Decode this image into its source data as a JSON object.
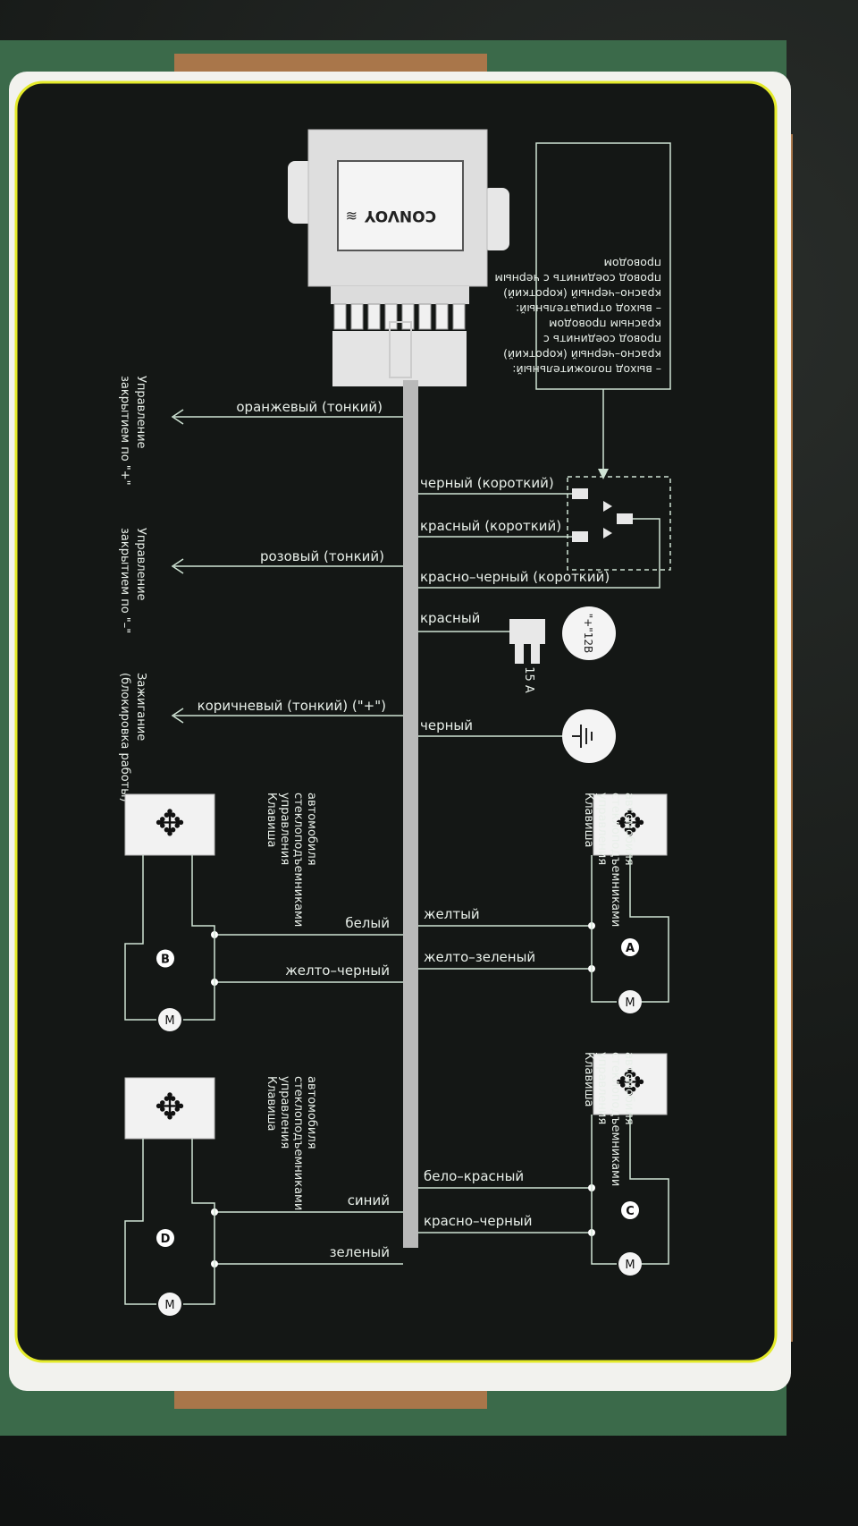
{
  "colors": {
    "board": "#141715",
    "line": "#cfe3d4",
    "accent": "#e4ea2a",
    "box": "#3d6b4b",
    "cardboard": "#a9764a"
  },
  "module": {
    "brand": "CONVOY",
    "icon": "convoy-logo-icon"
  },
  "note": {
    "lines": [
      "– выход положительный:",
      "красно–черный (короткий)",
      "провод соединить с",
      "красным проводом",
      "– выход отрицательный:",
      "красно–черный (короткий)",
      "провод соединить с черным",
      "проводом"
    ]
  },
  "left_wires": {
    "orange": "оранжевый (тонкий)",
    "pink": "розовый (тонкий)",
    "brown": "коричневый (тонкий) (\"+\")"
  },
  "left_labels": {
    "lock_plus": [
      "Управление",
      "закрытием по \"+\""
    ],
    "lock_minus": [
      "Управление",
      "закрытием по \"–\""
    ],
    "ignition": [
      "Зажигание",
      "(блокировка работы)"
    ]
  },
  "right_wires": {
    "black_short": "черный (короткий)",
    "red_short": "красный (короткий)",
    "redblack_short": "красно–черный (короткий)",
    "red": "красный",
    "black": "черный"
  },
  "power": {
    "voltage": "\"+\"12В",
    "fuse": "15 A"
  },
  "switch_label": [
    "Клавиша",
    "управления",
    "стеклоподъемниками",
    "автомобиля"
  ],
  "windows": {
    "A": {
      "letter": "A",
      "top": "желтый",
      "bottom": "желто–зеленый"
    },
    "B": {
      "letter": "B",
      "top": "белый",
      "bottom": "желто–черный"
    },
    "C": {
      "letter": "C",
      "top": "бело–красный",
      "bottom": "красно–черный"
    },
    "D": {
      "letter": "D",
      "top": "синий",
      "bottom": "зеленый"
    }
  },
  "motor_letter": "M"
}
